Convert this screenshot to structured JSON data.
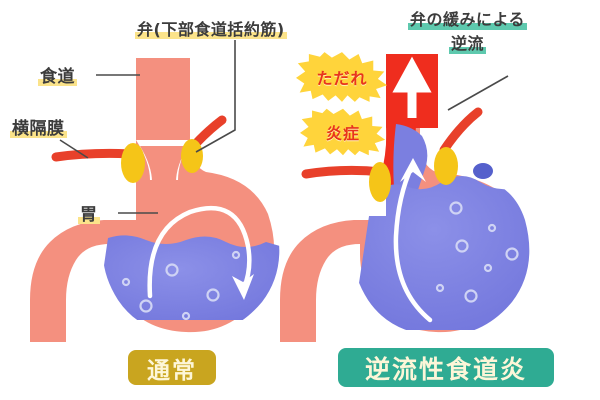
{
  "figure": {
    "title_normal_side": "弁(下部食道括約筋)",
    "title_reflux_side_line1": "弁の緩みによる",
    "title_reflux_side_line2": "逆流"
  },
  "labels": {
    "esophagus": "食道",
    "diaphragm": "横隔膜",
    "stomach": "胃",
    "valve": "弁(下部食道括約筋)"
  },
  "callouts": {
    "erosion": "ただれ",
    "inflammation": "炎症"
  },
  "badges": {
    "normal": "通常",
    "gerd": "逆流性食道炎"
  },
  "colors": {
    "stomach_wall": "#f4907f",
    "gastric_contents": "#7b7fe0",
    "sphincter_pad": "#f5c518",
    "diaphragm_band": "#e8402a",
    "inflamed_esophagus": "#ef2d1e",
    "burst_fill": "#ffd43b",
    "burst_text": "#e8341c",
    "highlight_yellow": "#fbe38a",
    "highlight_teal": "#5ec9ae",
    "badge_normal_bg": "#c9a51f",
    "badge_gerd_bg": "#2fab93",
    "badge_text": "#fdf6d8",
    "leader_line": "#4a4a4a",
    "arrow_white": "#ffffff",
    "background": "#ffffff"
  },
  "diagram_normal": {
    "arrow_direction": "downward-curve-into-stomach",
    "valve_state": "closed"
  },
  "diagram_reflux": {
    "arrow_direction": "upward-into-esophagus",
    "valve_state": "loose-open"
  }
}
